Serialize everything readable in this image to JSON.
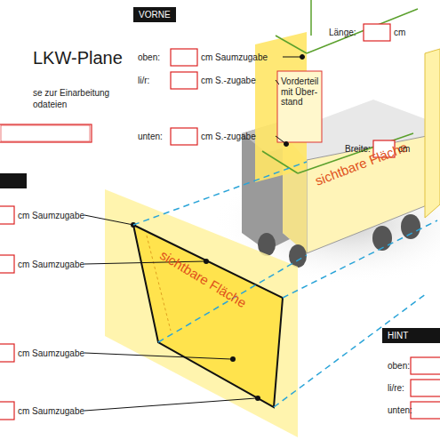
{
  "diagram": {
    "title": "LKW-Plane",
    "nodes": [
      {
        "text": [
          "VORNE"
        ]
      },
      {
        "text": [
          "Vorderteil mit Über-stand"
        ]
      },
      {
        "text": [
          "sichtbare Fläche"
        ]
      },
      {
        "text": [
          "sichtbare Fläche"
        ]
      },
      {
        "text": [
          "HINT"
        ]
      }
    ],
    "labels": [
      "se zur Einarbeitung",
      "odateien",
      "oben:",
      "cm Saumzugabe",
      "li/r:",
      "cm S.-zugabe",
      "unten:",
      "cm S.-zugabe",
      "Länge:",
      "cm",
      "Breite:",
      "cm",
      "cm Saumzugabe",
      "cm Saumzugabe",
      "cm Saumzugabe",
      "cm Saumzugabe",
      "oben:",
      "li/re:",
      "unten:"
    ]
  }
}
